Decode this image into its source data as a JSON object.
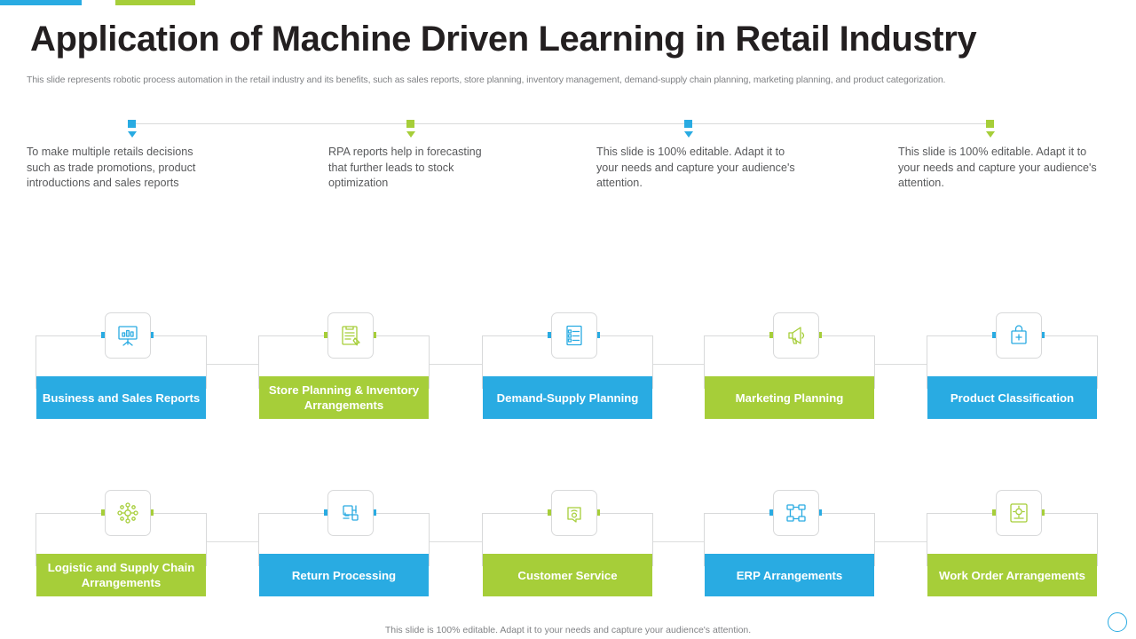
{
  "colors": {
    "blue": "#29ABE2",
    "green": "#A6CE39",
    "title_text": "#231f20",
    "body_text": "#58595b",
    "muted_text": "#808285",
    "line": "#d8d9da"
  },
  "header": {
    "title": "Application of Machine Driven Learning in Retail Industry",
    "subtitle": "This slide represents robotic process automation in the retail industry and its benefits, such as sales reports, store planning, inventory management, demand-supply chain planning, marketing planning, and product categorization."
  },
  "timeline": {
    "nodes": [
      {
        "color": "#29ABE2",
        "text": "To make multiple retails decisions such as trade promotions, product introductions and sales reports"
      },
      {
        "color": "#A6CE39",
        "text": "RPA reports help in forecasting that further leads to stock optimization"
      },
      {
        "color": "#29ABE2",
        "text": "This slide is 100% editable. Adapt it to your needs and capture your audience's attention."
      },
      {
        "color": "#A6CE39",
        "text": "This slide is 100% editable. Adapt it to your needs and capture your audience's attention."
      }
    ]
  },
  "cards": {
    "row1": [
      {
        "label": "Business and Sales Reports",
        "color": "#29ABE2",
        "icon": "presentation-chart-icon"
      },
      {
        "label": "Store Planning & Inventory Arrangements",
        "color": "#A6CE39",
        "icon": "clipboard-store-icon"
      },
      {
        "label": "Demand-Supply Planning",
        "color": "#29ABE2",
        "icon": "checklist-icon"
      },
      {
        "label": "Marketing Planning",
        "color": "#A6CE39",
        "icon": "megaphone-icon"
      },
      {
        "label": "Product Classification",
        "color": "#29ABE2",
        "icon": "product-tag-icon"
      }
    ],
    "row2": [
      {
        "label": "Logistic and Supply Chain Arrangements",
        "color": "#A6CE39",
        "icon": "network-node-icon"
      },
      {
        "label": "Return Processing",
        "color": "#29ABE2",
        "icon": "return-box-icon"
      },
      {
        "label": "Customer Service",
        "color": "#A6CE39",
        "icon": "headset-support-icon"
      },
      {
        "label": "ERP Arrangements",
        "color": "#29ABE2",
        "icon": "erp-diagram-icon"
      },
      {
        "label": "Work Order Arrangements",
        "color": "#A6CE39",
        "icon": "work-order-icon"
      }
    ]
  },
  "footer": {
    "note": "This slide is 100% editable. Adapt it to your needs and capture your audience's attention."
  }
}
